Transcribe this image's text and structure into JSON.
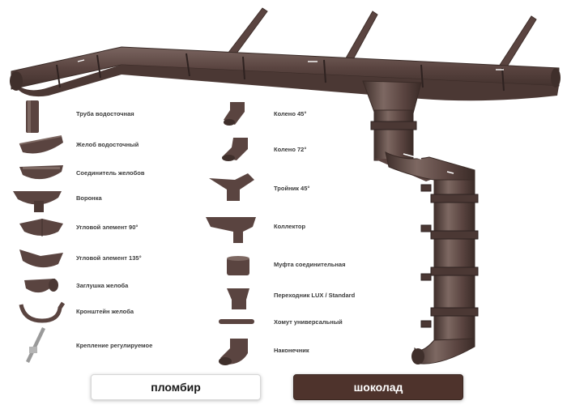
{
  "colors": {
    "brown": "#5a4440",
    "brown_dark": "#3f2f2b",
    "brown_light": "#7a6560"
  },
  "parts_left": [
    {
      "label": "Труба водосточная",
      "icon": "pipe-icon"
    },
    {
      "label": "Желоб водосточный",
      "icon": "gutter-icon"
    },
    {
      "label": "Соединитель желобов",
      "icon": "gutter-connector-icon"
    },
    {
      "label": "Воронка",
      "icon": "funnel-icon"
    },
    {
      "label": "Угловой элемент 90°",
      "icon": "corner-90-icon"
    },
    {
      "label": "Угловой элемент 135°",
      "icon": "corner-135-icon"
    },
    {
      "label": "Заглушка желоба",
      "icon": "gutter-cap-icon"
    },
    {
      "label": "Кронштейн желоба",
      "icon": "bracket-icon"
    },
    {
      "label": "Крепление регулируемое",
      "icon": "adjustable-mount-icon"
    }
  ],
  "parts_right": [
    {
      "label": "Колено 45°",
      "icon": "elbow-45-icon"
    },
    {
      "label": "Колено 72°",
      "icon": "elbow-72-icon"
    },
    {
      "label": "Тройник 45°",
      "icon": "tee-45-icon"
    },
    {
      "label": "Коллектор",
      "icon": "collector-icon"
    },
    {
      "label": "Муфта соединительная",
      "icon": "coupling-icon"
    },
    {
      "label": "Переходник LUX / Standard",
      "icon": "adapter-icon"
    },
    {
      "label": "Хомут универсальный",
      "icon": "clamp-icon"
    },
    {
      "label": "Наконечник",
      "icon": "outlet-tip-icon"
    }
  ],
  "color_options": [
    {
      "label": "пломбир"
    },
    {
      "label": "шоколад"
    }
  ]
}
